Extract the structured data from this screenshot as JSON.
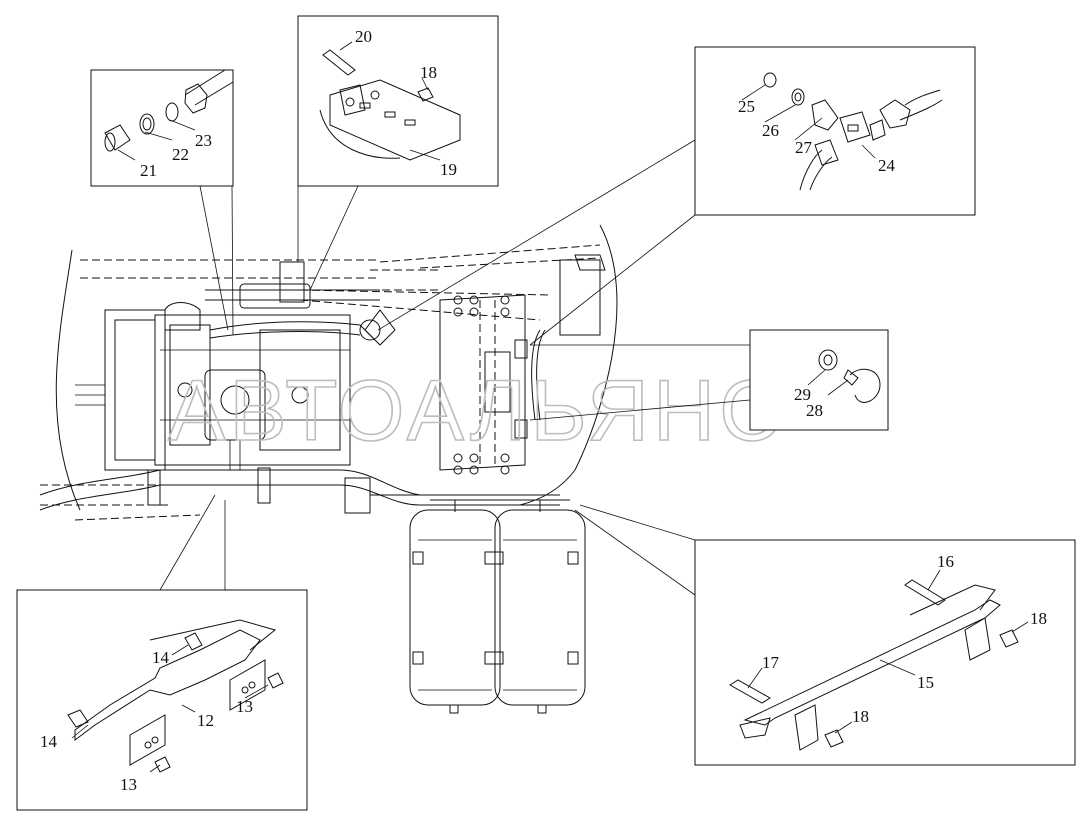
{
  "watermark": "АВТОАЛЬЯНС",
  "callouts": {
    "c12": "12",
    "c13a": "13",
    "c13b": "13",
    "c14a": "14",
    "c14b": "14",
    "c15": "15",
    "c16": "16",
    "c17": "17",
    "c18a": "18",
    "c18b": "18",
    "c18c": "18",
    "c19": "19",
    "c20": "20",
    "c21": "21",
    "c22": "22",
    "c23": "23",
    "c24": "24",
    "c25": "25",
    "c26": "26",
    "c27": "27",
    "c28": "28",
    "c29": "29"
  }
}
